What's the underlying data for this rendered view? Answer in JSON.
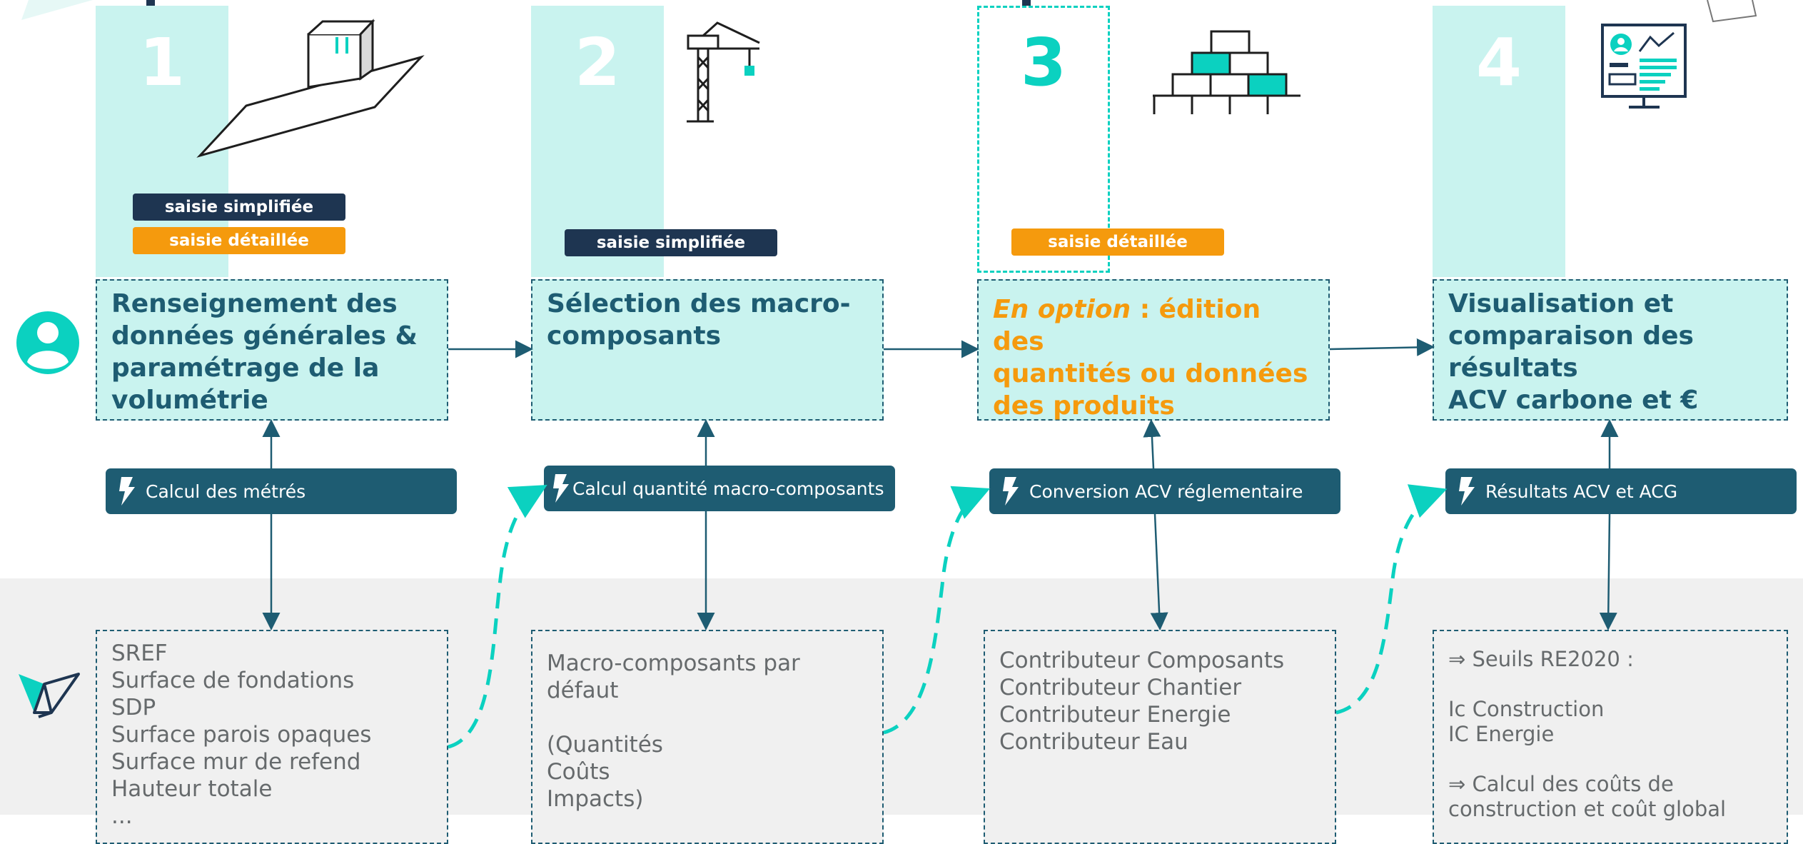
{
  "colors": {
    "teal": "#0bd1c0",
    "light_teal": "#c9f3ef",
    "navy": "#1e5c72",
    "dark_navy": "#1e3551",
    "orange": "#f59a0d",
    "grey_band": "#f0f0f0",
    "grey_text": "#666a6c"
  },
  "steps": [
    {
      "number": "1",
      "icon": "cube-on-plane-icon",
      "tags": [
        "saisie simplifiée",
        "saisie détaillée"
      ],
      "title": "Renseignement des\ndonnées générales &\nparamétrage de la\nvolumétrie",
      "calc": "Calcul des métrés",
      "data": "SREF\nSurface de fondations\nSDP\nSurface parois opaques\nSurface mur de refend\nHauteur totale\n..."
    },
    {
      "number": "2",
      "icon": "crane-icon",
      "tags": [
        "saisie simplifiée"
      ],
      "title": "Sélection des macro-\ncomposants",
      "calc": "Calcul quantité macro-composants",
      "data": "Macro-composants par\ndéfaut\n\n(Quantités\nCoûts\nImpacts)"
    },
    {
      "number": "3",
      "icon": "stacked-blocks-icon",
      "tags": [
        "saisie détaillée"
      ],
      "title_option": "En option",
      "title_rest": " : édition des\nquantités ou données\ndes produits",
      "calc": "Conversion ACV réglementaire",
      "data": "Contributeur Composants\nContributeur Chantier\nContributeur Energie\nContributeur Eau"
    },
    {
      "number": "4",
      "icon": "dashboard-monitor-icon",
      "tags": [],
      "title": "Visualisation et\ncomparaison des\nrésultats\nACV carbone et €",
      "calc": "Résultats ACV et ACG",
      "data": "⇒ Seuils RE2020 :\n\nIc Construction\nIC Energie\n\n⇒ Calcul des coûts de\nconstruction et coût global"
    }
  ]
}
